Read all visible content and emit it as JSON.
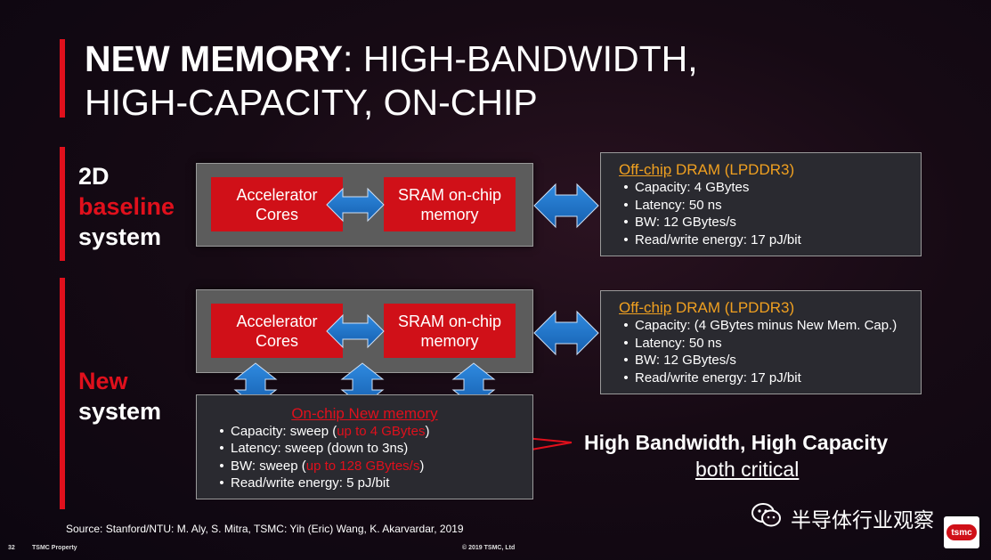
{
  "title": {
    "bold": "NEW MEMORY",
    "rest_line1": ": HIGH-BANDWIDTH,",
    "line2": "HIGH-CAPACITY, ON-CHIP"
  },
  "baseline_label": {
    "line1": "2D",
    "line2": "baseline",
    "line3": "system"
  },
  "new_label": {
    "line1": "New",
    "line2": "system"
  },
  "baseline_block": {
    "accel": [
      "Accelerator",
      "Cores"
    ],
    "sram": [
      "SRAM on-chip",
      "memory"
    ]
  },
  "new_block": {
    "accel": [
      "Accelerator",
      "Cores"
    ],
    "sram": [
      "SRAM on-chip",
      "memory"
    ]
  },
  "dram_baseline": {
    "head_underlined": "Off-chip",
    "head_rest": " DRAM (LPDDR3)",
    "items": [
      "Capacity: 4 GBytes",
      "Latency: 50 ns",
      "BW: 12 GBytes/s",
      "Read/write energy: 17 pJ/bit"
    ]
  },
  "dram_new": {
    "head_underlined": "Off-chip",
    "head_rest": " DRAM (LPDDR3)",
    "items": [
      "Capacity: (4 GBytes minus New Mem. Cap.)",
      "Latency: 50 ns",
      "BW: 12 GBytes/s",
      "Read/write energy: 17 pJ/bit"
    ]
  },
  "onchip": {
    "head": "On-chip New memory",
    "capacity_prefix": "Capacity: sweep (",
    "capacity_hl": "up to 4 GBytes",
    "capacity_suffix": ")",
    "latency": "Latency: sweep (down to 3ns)",
    "bw_prefix": "BW: sweep (",
    "bw_hl": "up to 128 GBytes/s",
    "bw_suffix": ")",
    "energy": "Read/write energy: 5 pJ/bit"
  },
  "callout": {
    "line1": "High Bandwidth, High Capacity",
    "line2": "both critical"
  },
  "source": "Source: Stanford/NTU: M. Aly, S. Mitra, TSMC: Yih (Eric) Wang, K. Akarvardar, 2019",
  "footer": {
    "page": "32",
    "property": "TSMC Property",
    "copyright": "© 2019 TSMC, Ltd"
  },
  "watermark": {
    "text": "半导体行业观察",
    "logo_text": "tsmc"
  },
  "colors": {
    "accent_red": "#e0101c",
    "arrow_blue": "#1a6fc4",
    "dram_head": "#f0a020"
  }
}
